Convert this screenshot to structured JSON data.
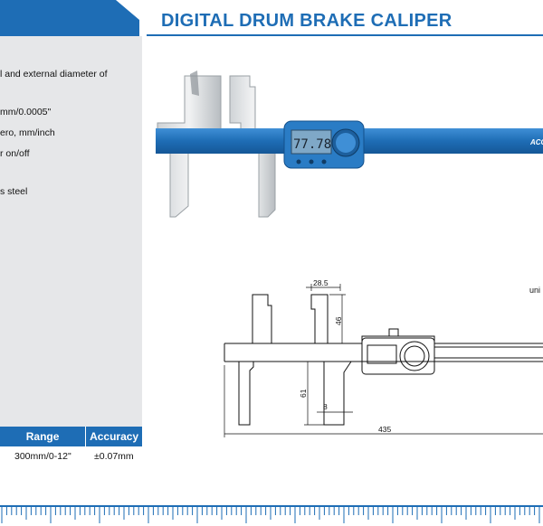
{
  "title": "DIGITAL DRUM BRAKE CALIPER",
  "features": [
    "l and external diameter of",
    "mm/0.0005\"",
    "ero, mm/inch",
    "r on/off",
    "s steel"
  ],
  "lcd_reading": "77.78",
  "brand_partial": "ACC",
  "units_label": "uni",
  "table": {
    "headers": [
      "Range",
      "Accuracy"
    ],
    "rows": [
      [
        "300mm/0-12\"",
        "±0.07mm"
      ]
    ]
  },
  "dimensions": {
    "jaw_width": "28.5",
    "upper_jaw_depth": "46",
    "lower_jaw_depth": "61",
    "tip_width": "8",
    "overall_length": "435"
  },
  "colors": {
    "brand_blue": "#1e6db5",
    "panel_gray": "#e6e7e9"
  }
}
